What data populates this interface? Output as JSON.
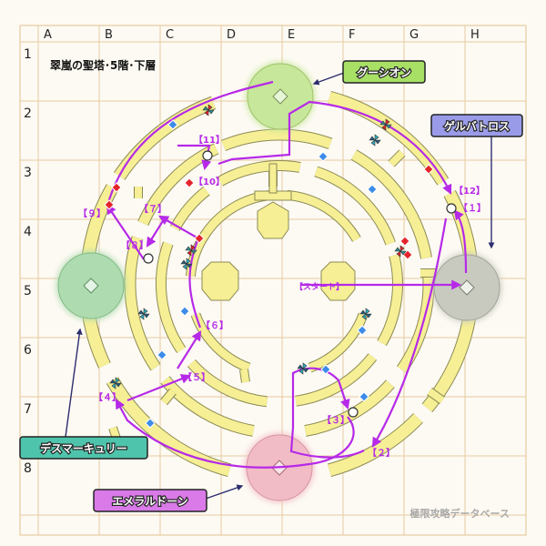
{
  "map": {
    "title": "翠嵐の聖塔･5階･下層",
    "watermark": "極限攻略データベース",
    "columns": [
      "A",
      "B",
      "C",
      "D",
      "E",
      "F",
      "G",
      "H"
    ],
    "rows": [
      "1",
      "2",
      "3",
      "4",
      "5",
      "6",
      "7",
      "8"
    ]
  },
  "bosses": {
    "north": "グーシオン",
    "east": "ゲルバトロス",
    "west": "デスマーキュリー",
    "south": "エメラルドーン"
  },
  "markers": {
    "start": "【スタート】",
    "m1": "【１】",
    "m2": "【２】",
    "m3": "【３】",
    "m4": "【４】",
    "m5": "【５】",
    "m6": "【６】",
    "m7": "【７】",
    "m8": "【８】",
    "m9": "【９】",
    "m10": "【10】",
    "m11": "【11】",
    "m12": "【12】"
  },
  "colors": {
    "path": "#f6ef95",
    "pathStroke": "#8c8a55",
    "route": "#b629e8",
    "grid": "#e6cba0",
    "bossNorth": "#c7e79a",
    "bossEast": "#c8cac0",
    "bossWest": "#aedbb0",
    "bossSouth": "#f2bcc6",
    "labelNorth": "#a8e066",
    "labelEast": "#9a9be8",
    "labelWest": "#4fc4ac",
    "labelSouth": "#d97ae8",
    "switchRed": "#e5232a",
    "switchBlue": "#3d8be8"
  }
}
